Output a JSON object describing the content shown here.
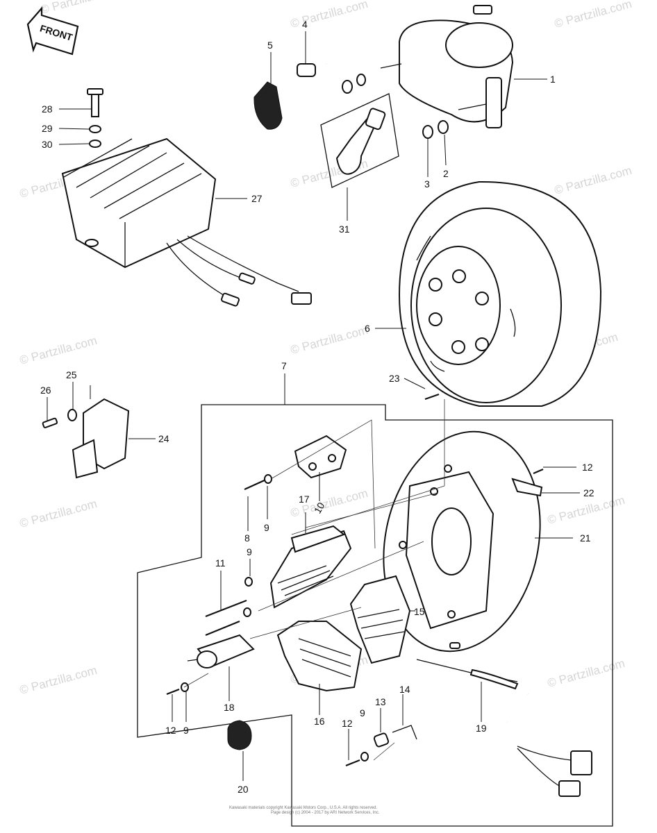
{
  "front_badge": "FRONT",
  "watermark": "© Partzilla.com",
  "footer": {
    "line1": "Kawasaki materials copyright Kawasaki Motors Corp., U.S.A. All rights reserved.",
    "line2": "Page design (c) 2004 - 2017 by ARI Network Services, Inc."
  },
  "callouts": [
    {
      "id": "1",
      "text": "1"
    },
    {
      "id": "2",
      "text": "2"
    },
    {
      "id": "3",
      "text": "3"
    },
    {
      "id": "4",
      "text": "4"
    },
    {
      "id": "5",
      "text": "5"
    },
    {
      "id": "6",
      "text": "6"
    },
    {
      "id": "7",
      "text": "7"
    },
    {
      "id": "8",
      "text": "8"
    },
    {
      "id": "9a",
      "text": "9"
    },
    {
      "id": "9b",
      "text": "9"
    },
    {
      "id": "9c",
      "text": "9"
    },
    {
      "id": "9d",
      "text": "9"
    },
    {
      "id": "10",
      "text": "10"
    },
    {
      "id": "11",
      "text": "11"
    },
    {
      "id": "12a",
      "text": "12"
    },
    {
      "id": "12b",
      "text": "12"
    },
    {
      "id": "12c",
      "text": "12"
    },
    {
      "id": "13",
      "text": "13"
    },
    {
      "id": "14",
      "text": "14"
    },
    {
      "id": "15",
      "text": "15"
    },
    {
      "id": "16",
      "text": "16"
    },
    {
      "id": "17",
      "text": "17"
    },
    {
      "id": "18",
      "text": "18"
    },
    {
      "id": "19",
      "text": "19"
    },
    {
      "id": "20",
      "text": "20"
    },
    {
      "id": "21",
      "text": "21"
    },
    {
      "id": "22",
      "text": "22"
    },
    {
      "id": "23",
      "text": "23"
    },
    {
      "id": "24",
      "text": "24"
    },
    {
      "id": "25",
      "text": "25"
    },
    {
      "id": "26",
      "text": "26"
    },
    {
      "id": "27",
      "text": "27"
    },
    {
      "id": "28",
      "text": "28"
    },
    {
      "id": "29",
      "text": "29"
    },
    {
      "id": "30",
      "text": "30"
    },
    {
      "id": "31",
      "text": "31"
    }
  ]
}
